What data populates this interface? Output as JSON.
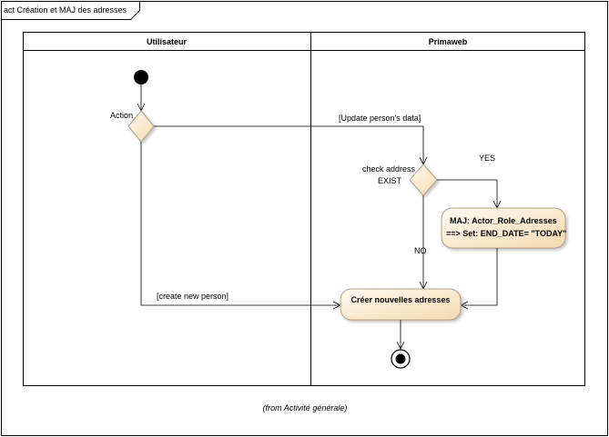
{
  "frame": {
    "title": "act Création et MAJ des adresses",
    "footer": "(from Activité générale)"
  },
  "lanes": [
    {
      "label": "Utilisateur"
    },
    {
      "label": "Primaweb"
    }
  ],
  "nodes": {
    "decision_action": {
      "label": "Action"
    },
    "decision_check": {
      "label_line1": "check address",
      "label_line2": "EXIST"
    },
    "activity_maj": {
      "line1": "MAJ: Actor_Role_Adresses",
      "line2": "==> Set: END_DATE= \"TODAY\""
    },
    "activity_create": {
      "label": "Créer nouvelles adresses"
    }
  },
  "edges": {
    "update": "[Update person's data]",
    "create": "[create new person]",
    "yes": "YES",
    "no": "NO"
  },
  "colors": {
    "node_fill_light": "#fffaf0",
    "node_fill_dark": "#f7ddb8",
    "node_stroke": "#b8a184",
    "line": "#000000"
  }
}
